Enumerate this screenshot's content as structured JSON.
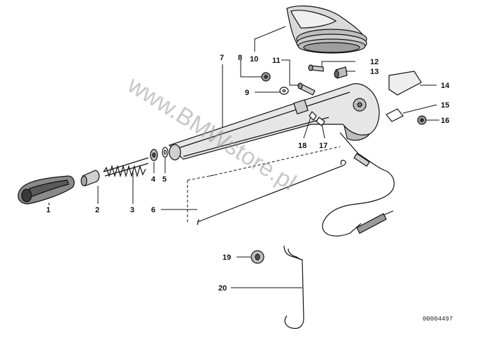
{
  "diagram": {
    "document_number": "00004497",
    "watermark": "www.BMWstore.pl",
    "callouts": [
      {
        "id": "1",
        "label": "1"
      },
      {
        "id": "2",
        "label": "2"
      },
      {
        "id": "3",
        "label": "3"
      },
      {
        "id": "4",
        "label": "4"
      },
      {
        "id": "5",
        "label": "5"
      },
      {
        "id": "6",
        "label": "6"
      },
      {
        "id": "7",
        "label": "7"
      },
      {
        "id": "8",
        "label": "8"
      },
      {
        "id": "9",
        "label": "9"
      },
      {
        "id": "10",
        "label": "10"
      },
      {
        "id": "11",
        "label": "11"
      },
      {
        "id": "12",
        "label": "12"
      },
      {
        "id": "13",
        "label": "13"
      },
      {
        "id": "14",
        "label": "14"
      },
      {
        "id": "15",
        "label": "15"
      },
      {
        "id": "16",
        "label": "16"
      },
      {
        "id": "17",
        "label": "17"
      },
      {
        "id": "18",
        "label": "18"
      },
      {
        "id": "19",
        "label": "19"
      },
      {
        "id": "20",
        "label": "20"
      }
    ]
  }
}
